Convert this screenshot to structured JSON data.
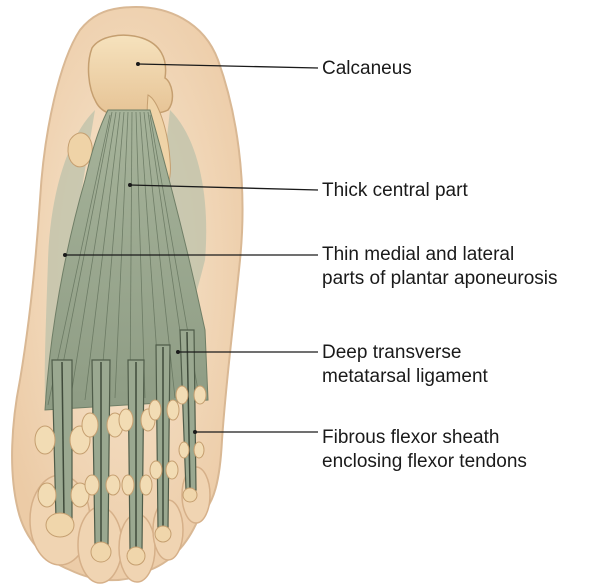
{
  "labels": {
    "calcaneus": {
      "line1": "Calcaneus"
    },
    "central_part": {
      "line1": "Thick central part"
    },
    "medial_lateral": {
      "line1": "Thin medial and lateral",
      "line2": "parts of plantar aponeurosis"
    },
    "transverse_ligament": {
      "line1": "Deep transverse",
      "line2": "metatarsal ligament"
    },
    "flexor_sheath": {
      "line1": "Fibrous flexor sheath",
      "line2": "enclosing flexor tendons"
    }
  },
  "colors": {
    "skin": "#f3dcc0",
    "skin_edge": "#d9b894",
    "bone": "#f1d8ae",
    "aponeurosis": "#9aa890",
    "fiber": "#5f6e58",
    "leader": "#1a1a1a"
  }
}
